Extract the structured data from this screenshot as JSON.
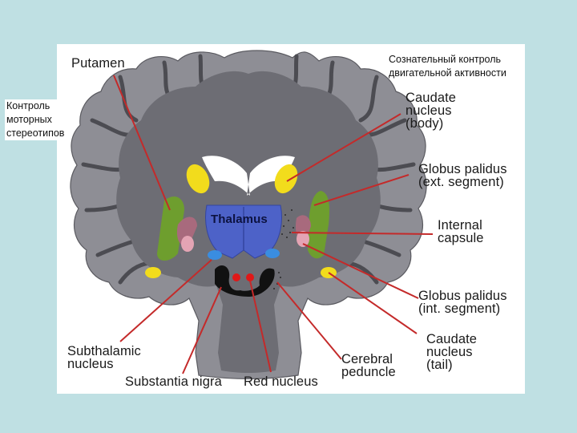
{
  "annotations": {
    "top_right": "Сознательный контроль\nдвигательной активности",
    "left": "Контроль\nмоторных\nстереотипов"
  },
  "labels": {
    "putamen": "Putamen",
    "caudate_body": "Caudate\nnucleus\n(body)",
    "globus_ext": "Globus palidus\n(ext. segment)",
    "internal_capsule": "Internal\ncapsule",
    "globus_int": "Globus palidus\n(int. segment)",
    "caudate_tail": "Caudate\nnucleus\n(tail)",
    "cerebral_peduncle": "Cerebral\npeduncle",
    "red_nucleus": "Red nucleus",
    "substantia_nigra": "Substantia nigra",
    "subthalamic": "Subthalamic\nnucleus",
    "thalamus": "Thalamus"
  },
  "colors": {
    "background": "#bfe0e3",
    "cortex": "#8e8e95",
    "white_matter": "#6d6d74",
    "putamen": "#6e9e2e",
    "caudate": "#f2dc1c",
    "thalamus": "#4d62c8",
    "red_nucleus": "#e01818",
    "substantia_nigra": "#111111",
    "globus_ext": "#a86a7d",
    "globus_int": "#e4a4b4",
    "subthalamic": "#3a8de0",
    "leader_lines": "#c42a2a"
  }
}
